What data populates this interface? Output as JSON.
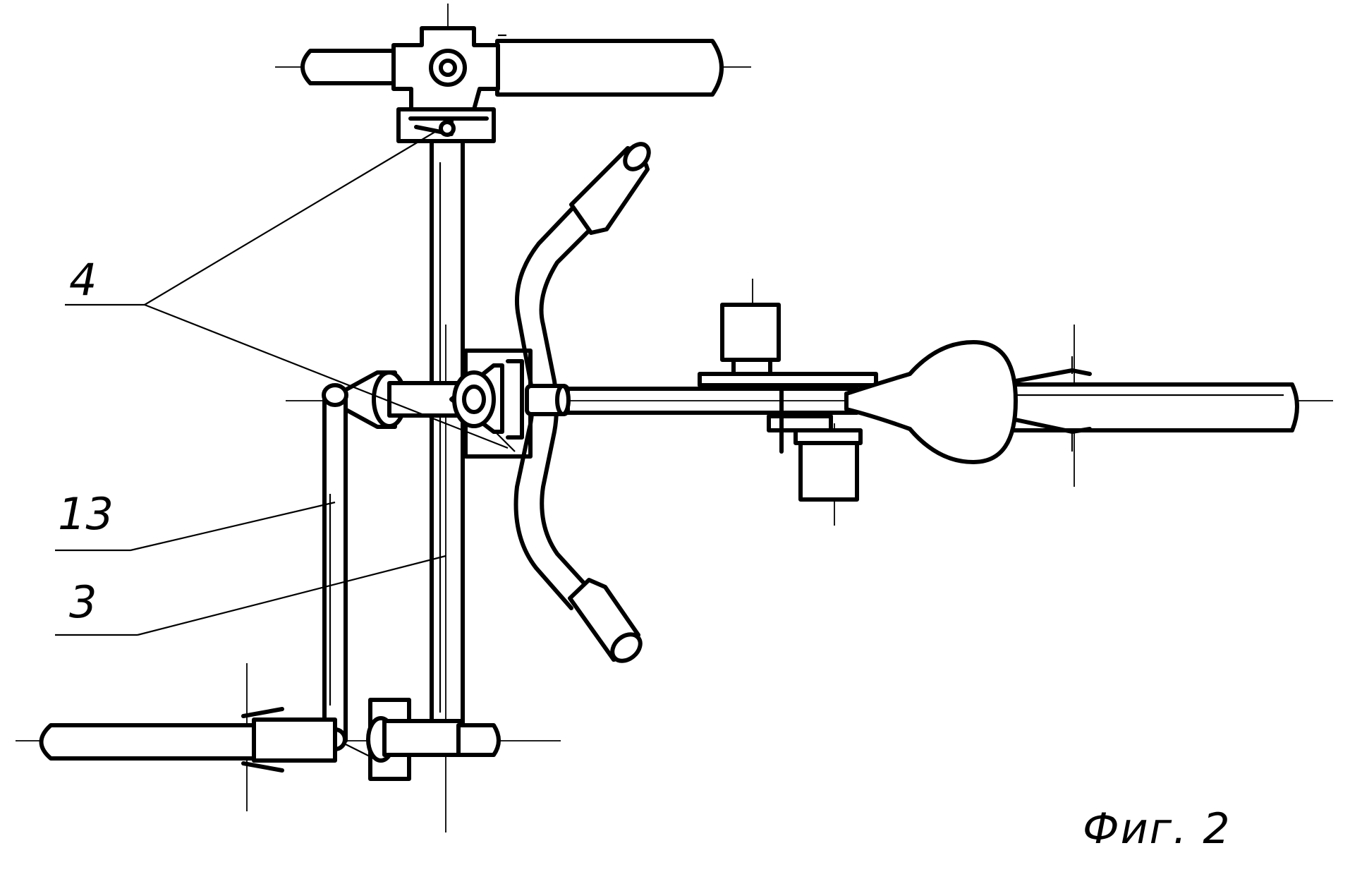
{
  "figure": {
    "caption": "Фиг. 2",
    "labels": {
      "part_4": "4",
      "part_13": "13",
      "part_3": "3"
    }
  }
}
